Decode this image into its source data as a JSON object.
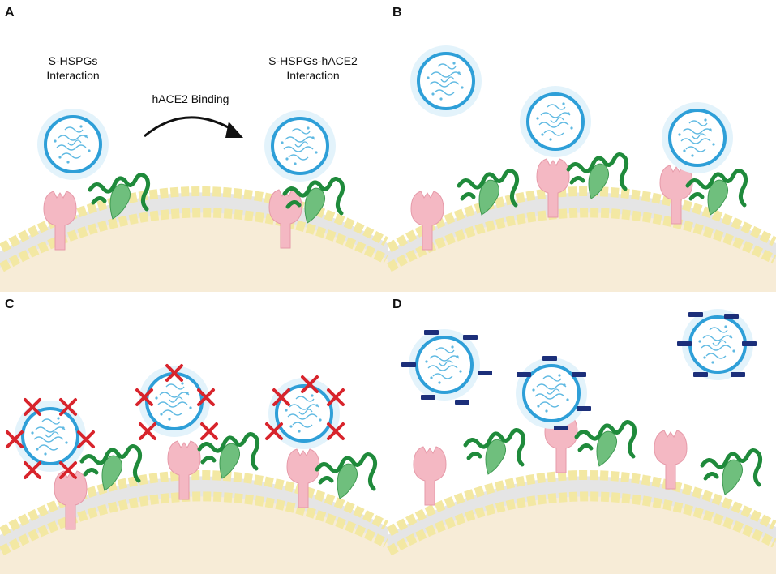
{
  "panels": [
    {
      "letter": "A",
      "texts": {
        "left_line1": "S-HSPGs",
        "left_line2": "Interaction",
        "right_line1": "S-HSPGs-hACE2",
        "right_line2": "Interaction",
        "arrow": "hACE2 Binding"
      }
    },
    {
      "letter": "B"
    },
    {
      "letter": "C"
    },
    {
      "letter": "D"
    }
  ],
  "colors": {
    "virus_halo": "#d7eef9",
    "virus_ring": "#2e9fd8",
    "spike": "#8cc5e6",
    "spike_dark": "#5aa2cf",
    "hace2": "#f4b8c3",
    "hspg_light": "#6fbf7d",
    "hspg_dark": "#1f8a3b",
    "lipid_head": "#f3e8a3",
    "lipid_head_stroke": "#c9b95a",
    "cytoplasm": "#f7ecd7",
    "block_red": "#d8242c",
    "block_navy": "#1c2f7a"
  }
}
